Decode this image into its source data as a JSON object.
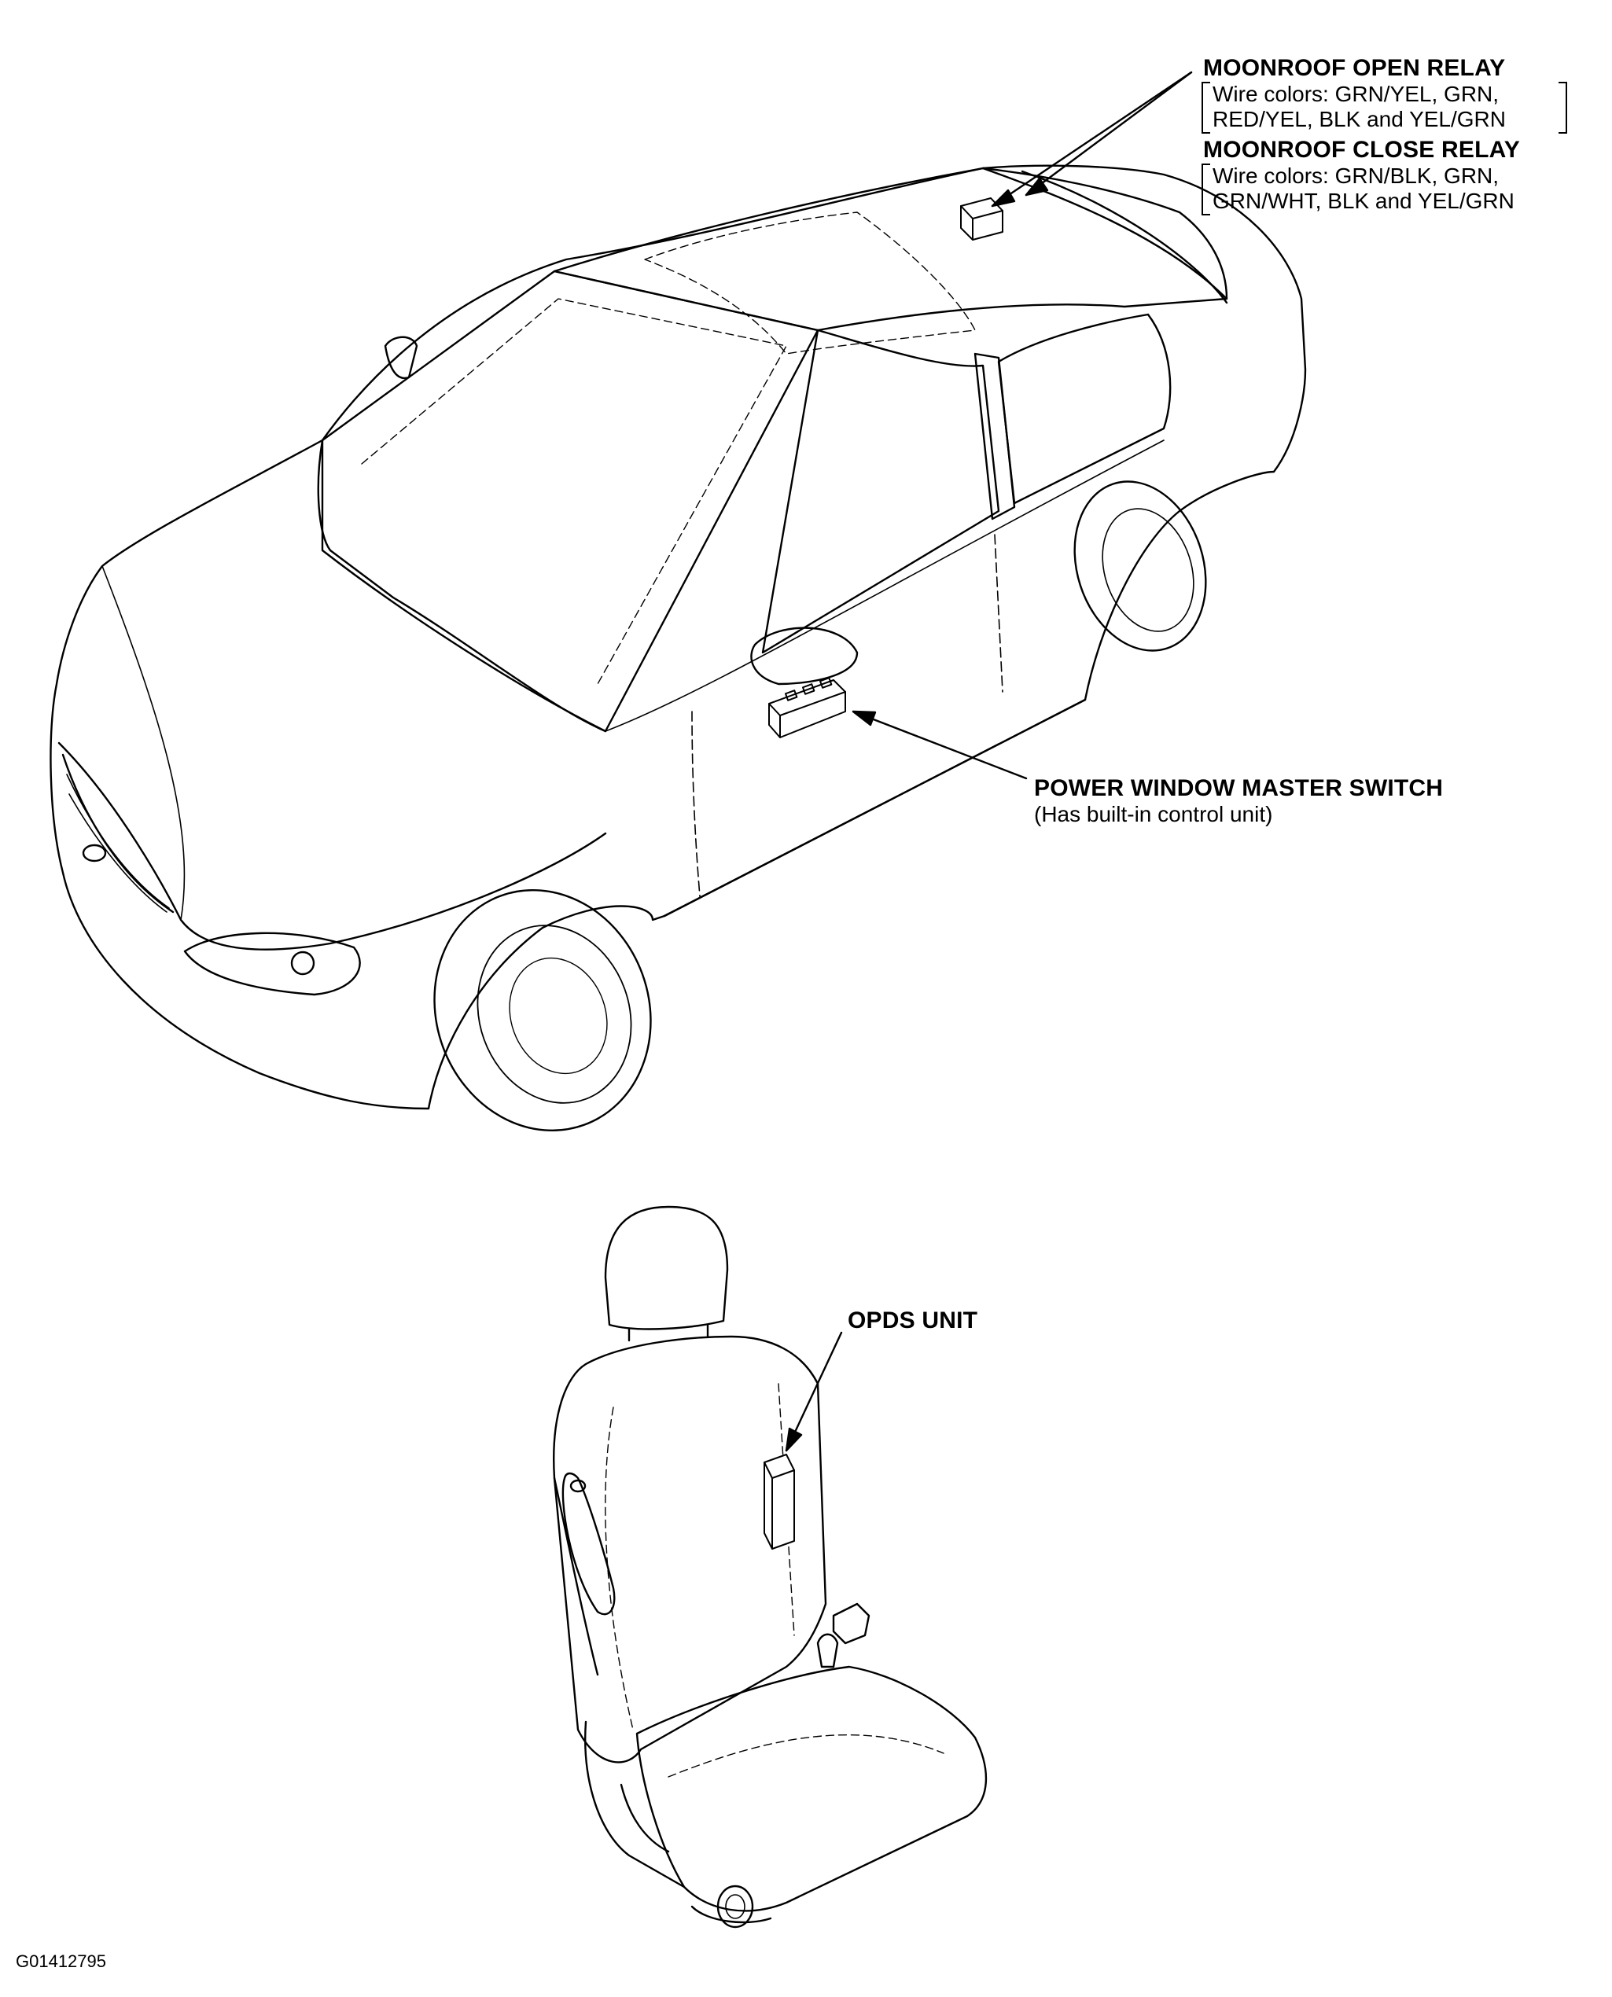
{
  "labels": {
    "moonroof_open_relay": {
      "title": "MOONROOF OPEN RELAY",
      "line1": "Wire colors: GRN/YEL, GRN,",
      "line2": "RED/YEL, BLK and YEL/GRN"
    },
    "moonroof_close_relay": {
      "title": "MOONROOF CLOSE RELAY",
      "line1": "Wire colors: GRN/BLK, GRN,",
      "line2": "GRN/WHT, BLK and YEL/GRN"
    },
    "power_window_master_switch": {
      "title": "POWER WINDOW MASTER SWITCH",
      "note": "(Has built-in control unit)"
    },
    "opds_unit": {
      "title": "OPDS UNIT"
    }
  },
  "figure_id": "G01412795",
  "colors": {
    "ink": "#000000",
    "paper": "#ffffff"
  }
}
